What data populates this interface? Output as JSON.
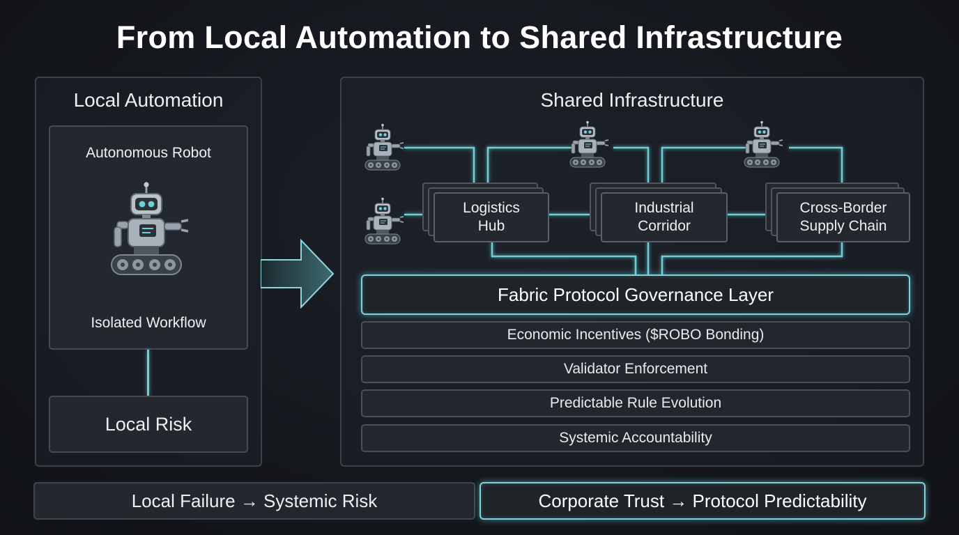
{
  "title": "From Local Automation to Shared Infrastructure",
  "local": {
    "heading": "Local Automation",
    "robot_label": "Autonomous Robot",
    "workflow_label": "Isolated Workflow",
    "risk_label": "Local Risk"
  },
  "shared": {
    "heading": "Shared Infrastructure",
    "hubs": [
      {
        "line1": "Logistics",
        "line2": "Hub"
      },
      {
        "line1": "Industrial",
        "line2": "Corridor"
      },
      {
        "line1": "Cross-Border",
        "line2": "Supply Chain"
      }
    ],
    "governance_layer": "Fabric Protocol Governance Layer",
    "layers": [
      "Economic Incentives ($ROBO Bonding)",
      "Validator Enforcement",
      "Predictable Rule Evolution",
      "Systemic Accountability"
    ]
  },
  "footer": {
    "left": "Local Failure → Systemic Risk",
    "right": "Corporate Trust → Protocol Predictability"
  },
  "colors": {
    "accent_glow": "#7fd4dc",
    "background": "#14171c",
    "panel_border": "#3b414a"
  },
  "icons": [
    "robot-icon",
    "arrow-right-icon"
  ]
}
